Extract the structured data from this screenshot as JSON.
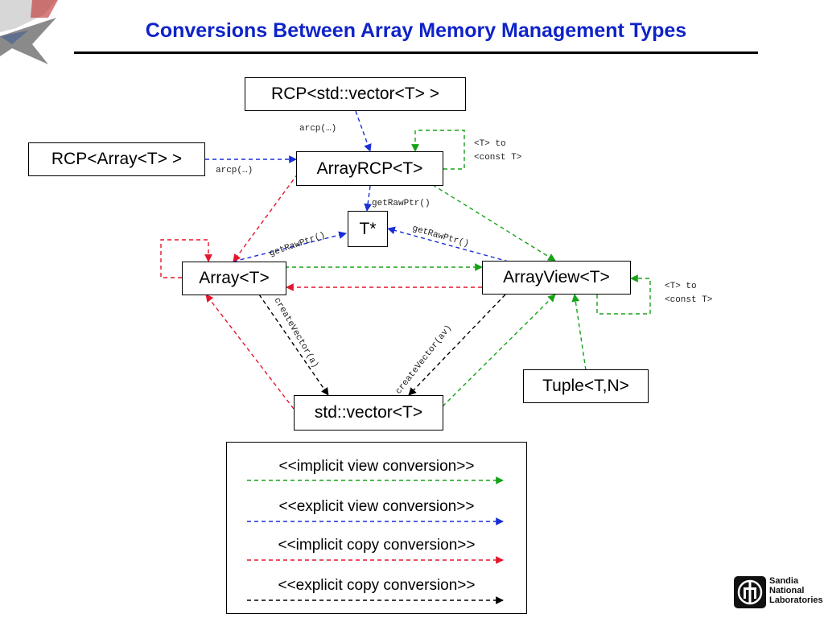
{
  "title": "Conversions Between Array Memory Management Types",
  "colors": {
    "title": "#0f23c8",
    "implicit_view": "#16a316",
    "explicit_view": "#1a2fd6",
    "implicit_copy": "#e3162b",
    "explicit_copy": "#000000"
  },
  "nodes": {
    "rcp_vector": "RCP<std::vector<T> >",
    "rcp_array": "RCP<Array<T> >",
    "array_rcp": "ArrayRCP<T>",
    "t_ptr": "T*",
    "array": "Array<T>",
    "array_view": "ArrayView<T>",
    "std_vector": "std::vector<T>",
    "tuple": "Tuple<T,N>"
  },
  "edge_labels": {
    "arcp_vector": "arcp(…)",
    "arcp_array": "arcp(…)",
    "get_raw_ptr_rcp": "getRawPtr()",
    "get_raw_ptr_array": "getRawPtr()",
    "get_raw_ptr_view": "getRawPtr()",
    "create_vector_a": "createVector(a)",
    "create_vector_av": "createVector(av)"
  },
  "self_loop_notes": {
    "array_rcp_line1": "<T> to",
    "array_rcp_line2": "<const T>",
    "array_view_line1": "<T> to",
    "array_view_line2": "<const T>"
  },
  "legend": {
    "implicit_view": "<<implicit view conversion>>",
    "explicit_view": "<<explicit view conversion>>",
    "implicit_copy": "<<implicit copy conversion>>",
    "explicit_copy": "<<explicit copy conversion>>"
  },
  "logo": {
    "name": "sandia-labs-logo",
    "line1": "Sandia",
    "line2": "National",
    "line3": "Laboratories"
  }
}
